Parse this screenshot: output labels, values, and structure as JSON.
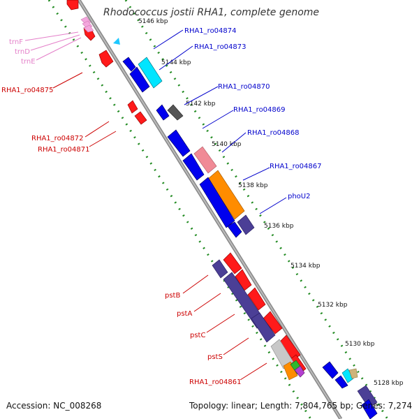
{
  "header": {
    "title": "Rhodococcus jostii RHA1, complete genome"
  },
  "footer": {
    "accession": "Accession: NC_008268",
    "topology": "Topology: linear; Length: 7,804,765 bp; Genes: 7,274"
  },
  "colors": {
    "forward_label": "#0000cc",
    "reverse_label": "#cc0000",
    "trna_label": "#e47fc9",
    "backbone": "#888888",
    "ticks": "#228b22"
  },
  "scale_ticks": [
    {
      "text": "5146 kbp"
    },
    {
      "text": "5144 kbp"
    },
    {
      "text": "5142 kbp"
    },
    {
      "text": "5140 kbp"
    },
    {
      "text": "5138 kbp"
    },
    {
      "text": "5136 kbp"
    },
    {
      "text": "5134 kbp"
    },
    {
      "text": "5132 kbp"
    },
    {
      "text": "5130 kbp"
    },
    {
      "text": "5128 kbp"
    }
  ],
  "forward_labels": [
    "RHA1_ro04874",
    "RHA1_ro04873",
    "RHA1_ro04870",
    "RHA1_ro04869",
    "RHA1_ro04868",
    "RHA1_ro04867",
    "phoU2"
  ],
  "reverse_labels": [
    "RHA1_ro04875",
    "RHA1_ro04872",
    "RHA1_ro04871",
    "pstB",
    "pstA",
    "pstC",
    "pstS",
    "RHA1_ro04861"
  ],
  "trna_labels": [
    "trnF",
    "trnD",
    "trnE"
  ]
}
